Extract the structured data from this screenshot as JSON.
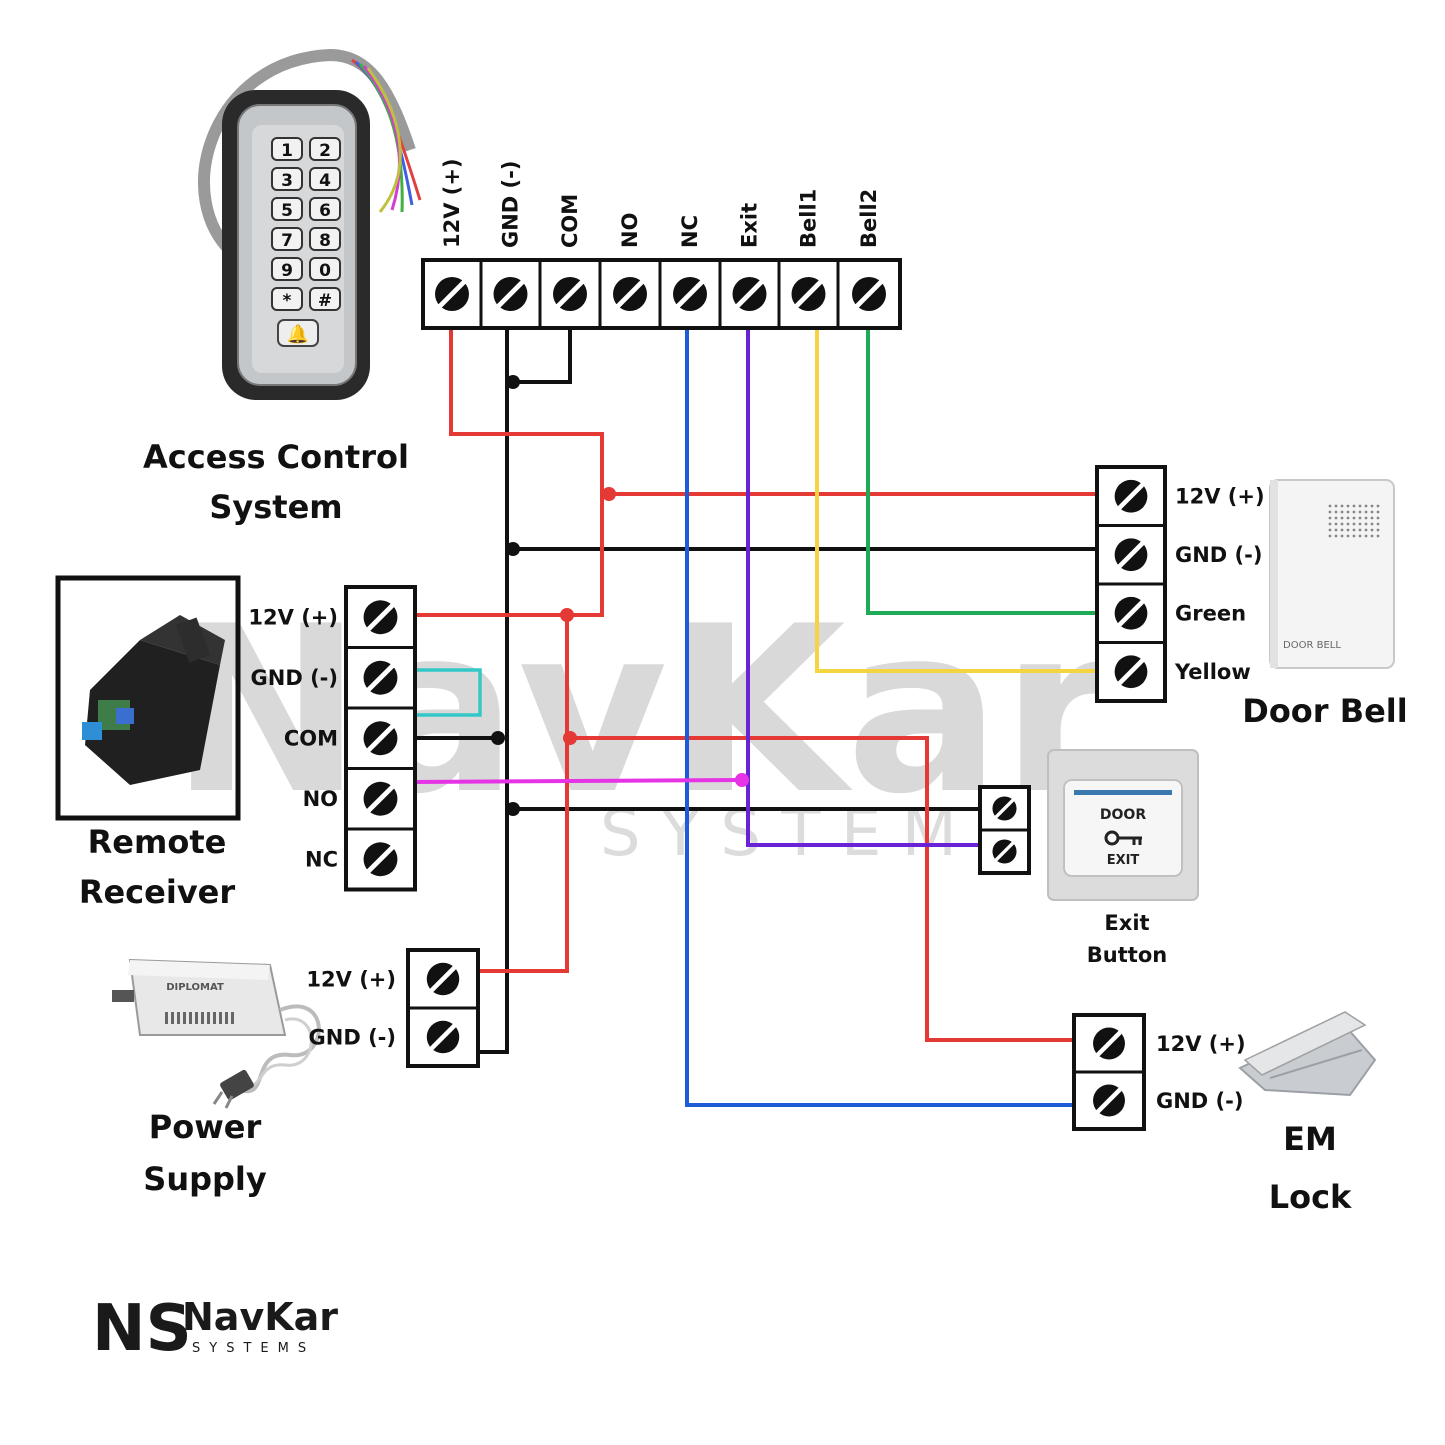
{
  "watermark": {
    "brand": "NavKar",
    "sub": "S Y S T E M S"
  },
  "access_control": {
    "title_line1": "Access Control",
    "title_line2": "System",
    "terminals": [
      "12V (+)",
      "GND (-)",
      "COM",
      "NO",
      "NC",
      "Exit",
      "Bell1",
      "Bell2"
    ],
    "keypad_keys": [
      "1",
      "2",
      "3",
      "4",
      "5",
      "6",
      "7",
      "8",
      "9",
      "0",
      "*",
      "#"
    ]
  },
  "door_bell": {
    "title": "Door Bell",
    "terminals": [
      "12V (+)",
      "GND (-)",
      "Green",
      "Yellow"
    ],
    "device_text": "DOOR BELL"
  },
  "remote_receiver": {
    "title_line1": "Remote",
    "title_line2": "Receiver",
    "terminals": [
      "12V (+)",
      "GND (-)",
      "COM",
      "NO",
      "NC"
    ]
  },
  "exit_button": {
    "title_line1": "Exit",
    "title_line2": "Button",
    "device_top": "DOOR",
    "device_bottom": "EXIT"
  },
  "power_supply": {
    "title_line1": "Power",
    "title_line2": "Supply",
    "terminals": [
      "12V (+)",
      "GND (-)"
    ],
    "device_brand": "DIPLOMAT"
  },
  "em_lock": {
    "title_line1": "EM",
    "title_line2": "Lock",
    "terminals": [
      "12V (+)",
      "GND (-)"
    ]
  },
  "logo": {
    "brand": "NavKar",
    "sub": "SYSTEMS",
    "mark": "NS"
  },
  "colors": {
    "red": "#e53935",
    "black": "#111111",
    "blue": "#1e5bd8",
    "purple": "#6a22d6",
    "yellow": "#f5d442",
    "green": "#1faa55",
    "cyan": "#32c8c8",
    "magenta": "#e633e6"
  }
}
